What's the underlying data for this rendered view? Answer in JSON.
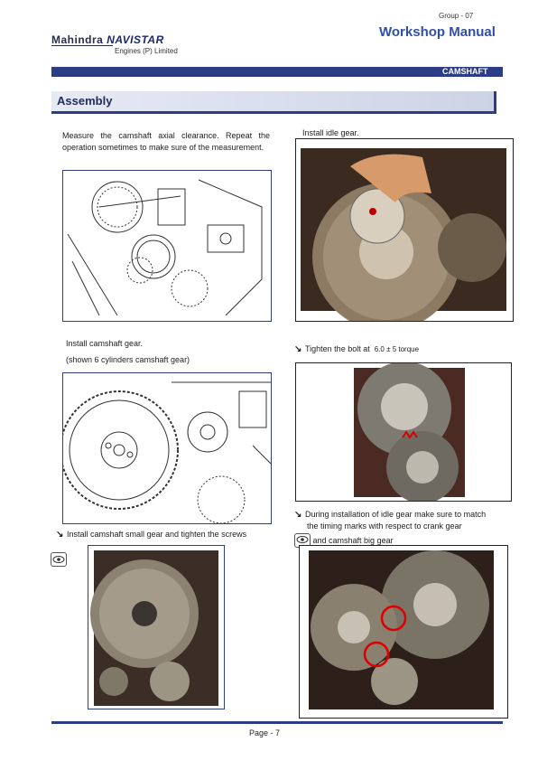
{
  "header": {
    "group": "Group - 07",
    "title": "Workshop Manual",
    "logo_brand": "Mahindra",
    "logo_partner": "NAVISTAR",
    "logo_sub": "Engines (P) Limited",
    "banner": "CAMSHAFT"
  },
  "section_title": "Assembly",
  "steps": {
    "measure": "Measure the camshaft axial clearance. Repeat the operation sometimes to make sure of the measurement.",
    "idle_gear": "Install idle gear.",
    "cam_gear": "Install camshaft gear.",
    "cam_gear_note": "(shown 6 cylinders camshaft gear)",
    "tighten": "Tighten the bolt at",
    "torque": "6.0 ± 5 torque",
    "timing_line1": "During installation of idle gear make sure to match",
    "timing_line2": "the timing marks with respect to crank gear",
    "timing_line3": "and camshaft big gear",
    "small_gear": "Install camshaft small gear and tighten the screws"
  },
  "footer": {
    "page": "Page - 7"
  }
}
